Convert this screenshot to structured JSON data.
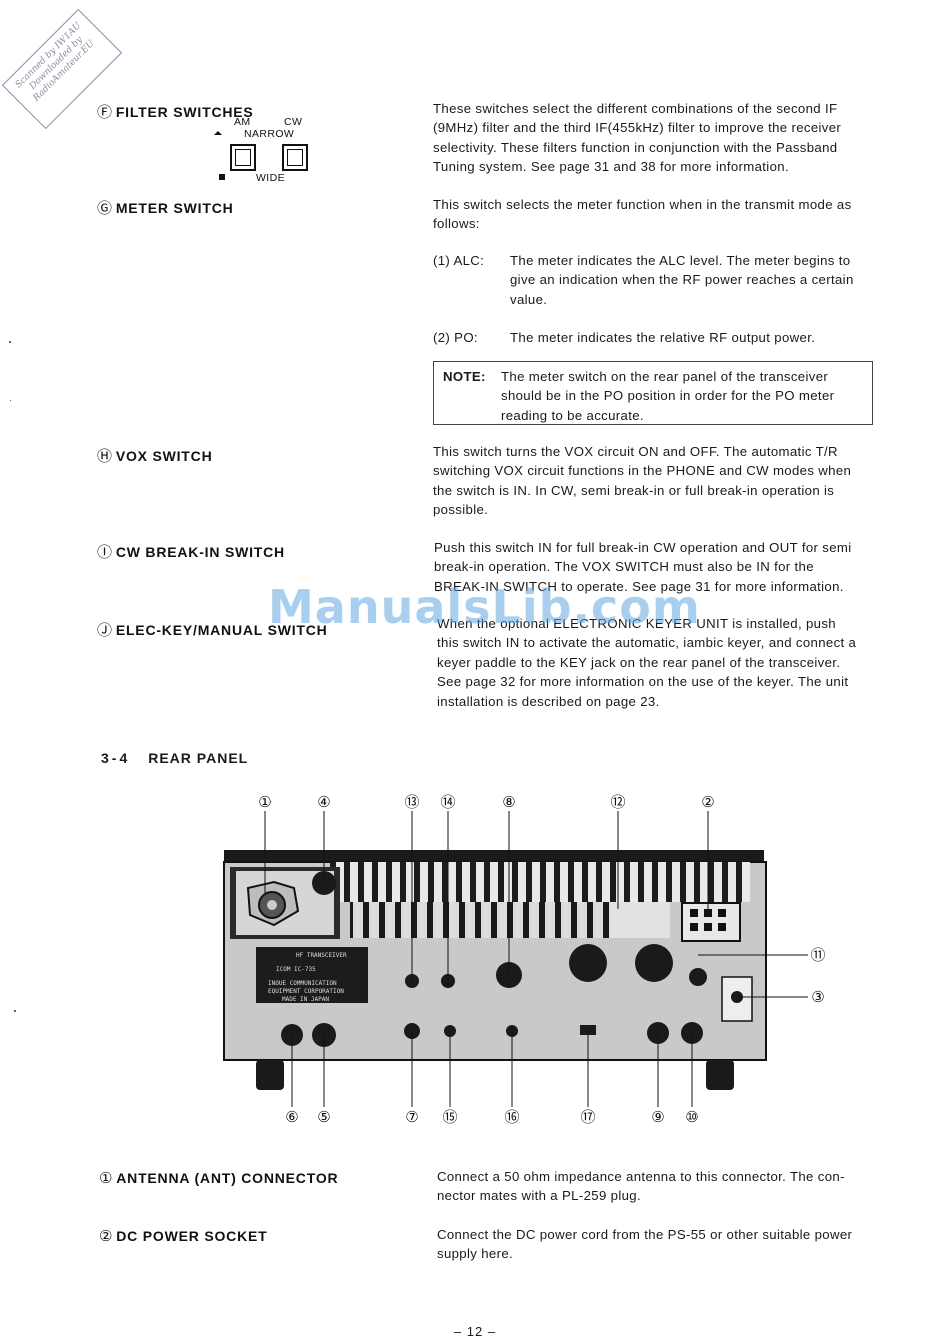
{
  "stamp": {
    "lines": [
      "Scanned by IW1AU",
      "Downloaded by",
      "RadioAmateur.EU"
    ]
  },
  "watermark": "ManualsLib.com",
  "sections": {
    "filter": {
      "circle": "Ⓕ",
      "title": "FILTER SWITCHES",
      "figure": {
        "am": "AM",
        "cw": "CW",
        "narrow": "NARROW",
        "wide": "WIDE"
      },
      "lines": [
        "These switches select the different combinations of the second IF",
        "(9MHz) filter and the third IF(455kHz) filter to improve the receiver",
        "selectivity.  These filters function in conjunction with the Passband",
        "Tuning system.  See page 31 and 38 for more information."
      ]
    },
    "meter": {
      "circle": "Ⓖ",
      "title": "METER SWITCH",
      "lines": [
        "This switch selects the meter function when in the transmit mode as",
        "follows:"
      ],
      "items": [
        {
          "label": "(1)  ALC:",
          "lines": [
            "The meter indicates the ALC level.  The meter begins to",
            "give an indication when the RF power reaches a certain",
            "value."
          ]
        },
        {
          "label": "(2)  PO:",
          "lines": [
            "The meter indicates the relative RF output power."
          ]
        }
      ],
      "note": {
        "label": "NOTE:",
        "lines": [
          "The meter switch on the rear panel of the transceiver",
          "should be in the PO position in order for the PO meter",
          "reading to be accurate."
        ]
      }
    },
    "vox": {
      "circle": "Ⓗ",
      "title": "VOX  SWITCH",
      "lines": [
        "This switch turns the VOX circuit ON and OFF.  The automatic T/R",
        "switching VOX circuit functions in the PHONE and CW modes when",
        "the switch is IN.  In CW, semi break-in or full break-in operation is",
        "possible."
      ]
    },
    "breakin": {
      "circle": "Ⓘ",
      "title": "CW  BREAK-IN  SWITCH",
      "lines": [
        "Push this switch IN for full break-in CW operation and OUT for semi",
        "break-in operation.    The VOX SWITCH must also be IN for the",
        "BREAK-IN SWITCH to operate.  See page 31 for more information."
      ]
    },
    "eleckey": {
      "circle": "Ⓙ",
      "title": "ELEC-KEY/MANUAL  SWITCH",
      "lines": [
        "When the optional ELECTRONIC KEYER UNIT is installed, push",
        "this switch IN to activate the automatic, iambic keyer, and connect a",
        "keyer paddle to the KEY jack on the rear panel of the transceiver.",
        "See page 32 for more information on the use of the keyer.  The unit",
        "installation is described on page 23."
      ]
    }
  },
  "rear_panel": {
    "number": "3-4",
    "title": "REAR  PANEL",
    "callouts_top": [
      "①",
      "④",
      "⑬",
      "⑭",
      "⑧",
      "⑫",
      "②"
    ],
    "callouts_bottom": [
      "⑥",
      "⑤",
      "⑦",
      "⑮",
      "⑯",
      "⑰",
      "⑨",
      "⑩"
    ],
    "callouts_right": [
      "⑪",
      "③"
    ],
    "label_plate": [
      "HF TRANSCEIVER",
      "ICOM IC-735",
      "INOUE COMMUNICATION",
      "EQUIPMENT CORPORATION",
      "MADE IN JAPAN"
    ]
  },
  "connectors": [
    {
      "circle": "①",
      "title": "ANTENNA  (ANT)  CONNECTOR",
      "lines": [
        "Connect a 50 ohm impedance antenna to this connector.  The con-",
        "nector mates with a PL-259 plug."
      ]
    },
    {
      "circle": "②",
      "title": "DC  POWER  SOCKET",
      "lines": [
        "Connect the DC power cord from the PS-55 or other suitable power",
        "supply here."
      ]
    }
  ],
  "page_number": "– 12 –"
}
